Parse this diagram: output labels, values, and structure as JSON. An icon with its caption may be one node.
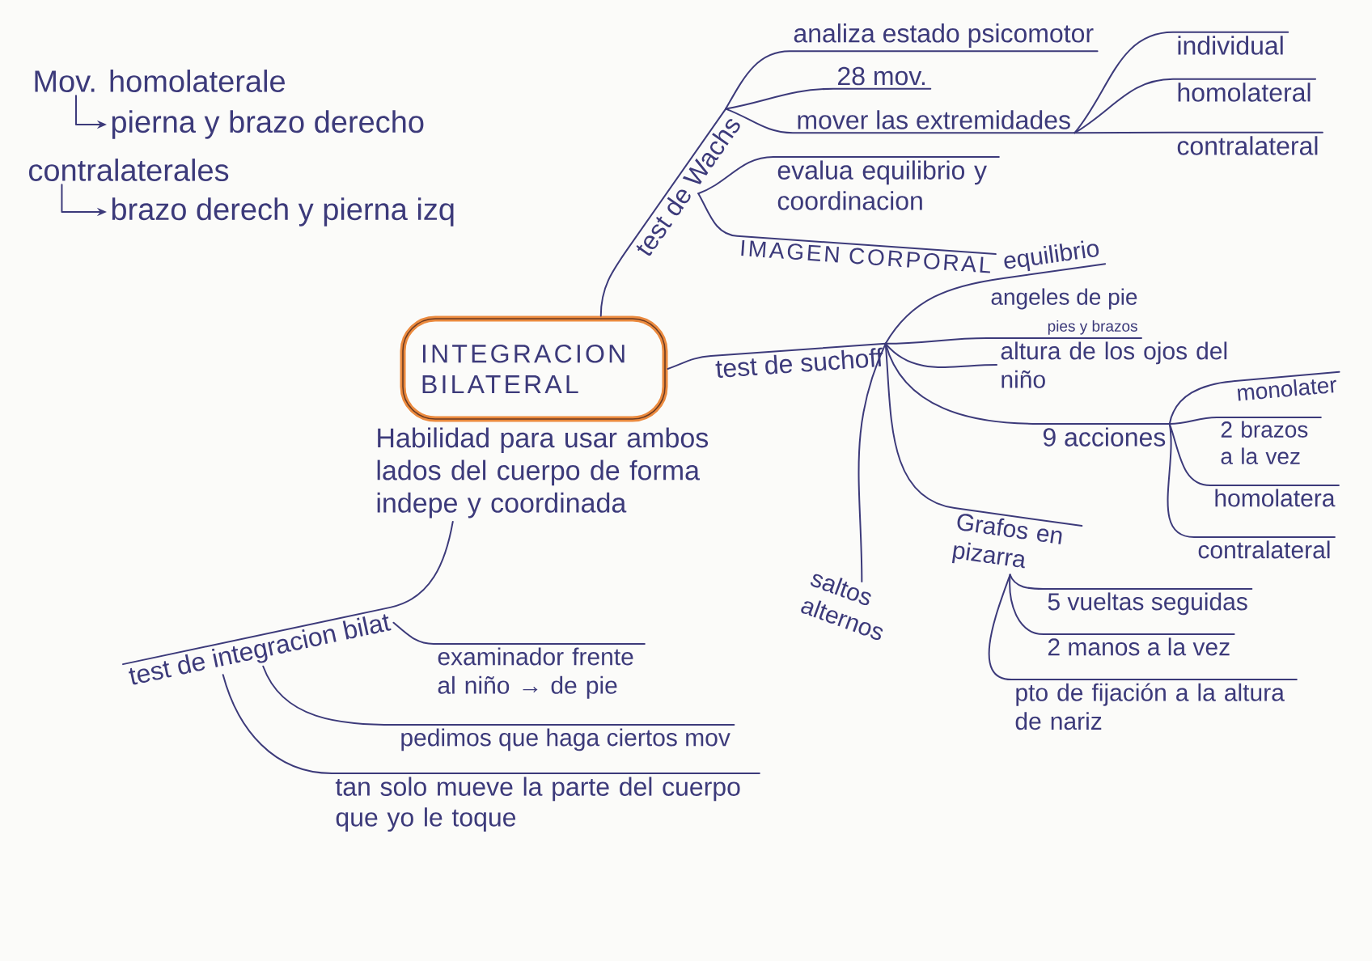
{
  "diagram": {
    "nodes": [
      {
        "text": [
          "Mov. homolaterale"
        ]
      },
      {
        "text": [
          "pierna y brazo derecho"
        ]
      },
      {
        "text": [
          "contralaterales"
        ]
      },
      {
        "text": [
          "brazo derech y pierna izq"
        ]
      },
      {
        "text": [
          "INTEGRACION BILATERAL"
        ],
        "beside": [
          "Habilidad para usar ambos lados del cuerpo de forma indepe y coordinada"
        ]
      },
      {
        "text": [
          "test de Wachs"
        ]
      },
      {
        "text": [
          "analiza estado psicomotor"
        ]
      },
      {
        "text": [
          "28 mov."
        ]
      },
      {
        "text": [
          "mover las extremidades"
        ]
      },
      {
        "text": [
          "individual"
        ]
      },
      {
        "text": [
          "homolateral"
        ]
      },
      {
        "text": [
          "contralateral"
        ]
      },
      {
        "text": [
          "evalua equilibrio y coordinacion"
        ]
      },
      {
        "text": [
          "IMAGEN CORPORAL"
        ]
      },
      {
        "text": [
          "test de suchoff"
        ]
      },
      {
        "text": [
          "equilibrio"
        ]
      },
      {
        "text": [
          "angeles de pie",
          "pies y brazos"
        ]
      },
      {
        "text": [
          "altura de los ojos del niño"
        ]
      },
      {
        "text": [
          "9 acciones"
        ]
      },
      {
        "text": [
          "monolater"
        ]
      },
      {
        "text": [
          "2 brazos a la vez"
        ]
      },
      {
        "text": [
          "homolatera"
        ]
      },
      {
        "text": [
          "contralateral"
        ]
      },
      {
        "text": [
          "Grafos en pizarra"
        ]
      },
      {
        "text": [
          "saltos alternos"
        ]
      },
      {
        "text": [
          "5 vueltas seguidas"
        ]
      },
      {
        "text": [
          "2 manos a la vez"
        ]
      },
      {
        "text": [
          "pto de fijación a la altura de nariz"
        ]
      },
      {
        "text": [
          "test de integracion bilat"
        ]
      },
      {
        "text": [
          "examinador frente al niño → de pie"
        ]
      },
      {
        "text": [
          "pedimos que haga ciertos mov"
        ]
      },
      {
        "text": [
          "tan solo mueve la parte del cuerpo que yo le toque"
        ]
      }
    ],
    "edges": [
      {
        "from": 0,
        "to": 1,
        "arrow": "to"
      },
      {
        "from": 2,
        "to": 3,
        "arrow": "to"
      },
      {
        "from": 4,
        "to": 5,
        "arrow": "none"
      },
      {
        "from": 5,
        "to": 6,
        "arrow": "none"
      },
      {
        "from": 5,
        "to": 7,
        "arrow": "none"
      },
      {
        "from": 5,
        "to": 8,
        "arrow": "none"
      },
      {
        "from": 8,
        "to": 9,
        "arrow": "none"
      },
      {
        "from": 8,
        "to": 10,
        "arrow": "none"
      },
      {
        "from": 8,
        "to": 11,
        "arrow": "none"
      },
      {
        "from": 5,
        "to": 12,
        "arrow": "none"
      },
      {
        "from": 5,
        "to": 13,
        "arrow": "none"
      },
      {
        "from": 4,
        "to": 14,
        "arrow": "none"
      },
      {
        "from": 14,
        "to": 15,
        "arrow": "none"
      },
      {
        "from": 14,
        "to": 16,
        "arrow": "none"
      },
      {
        "from": 14,
        "to": 17,
        "arrow": "none"
      },
      {
        "from": 14,
        "to": 18,
        "arrow": "none"
      },
      {
        "from": 18,
        "to": 19,
        "arrow": "none"
      },
      {
        "from": 18,
        "to": 20,
        "arrow": "none"
      },
      {
        "from": 18,
        "to": 21,
        "arrow": "none"
      },
      {
        "from": 18,
        "to": 22,
        "arrow": "none"
      },
      {
        "from": 14,
        "to": 23,
        "arrow": "none"
      },
      {
        "from": 23,
        "to": 25,
        "arrow": "none"
      },
      {
        "from": 23,
        "to": 26,
        "arrow": "none"
      },
      {
        "from": 23,
        "to": 27,
        "arrow": "none"
      },
      {
        "from": 14,
        "to": 24,
        "arrow": "none"
      },
      {
        "from": 4,
        "to": 28,
        "arrow": "none"
      },
      {
        "from": 28,
        "to": 29,
        "arrow": "none"
      },
      {
        "from": 28,
        "to": 30,
        "arrow": "none"
      },
      {
        "from": 28,
        "to": 31,
        "arrow": "none"
      }
    ]
  }
}
